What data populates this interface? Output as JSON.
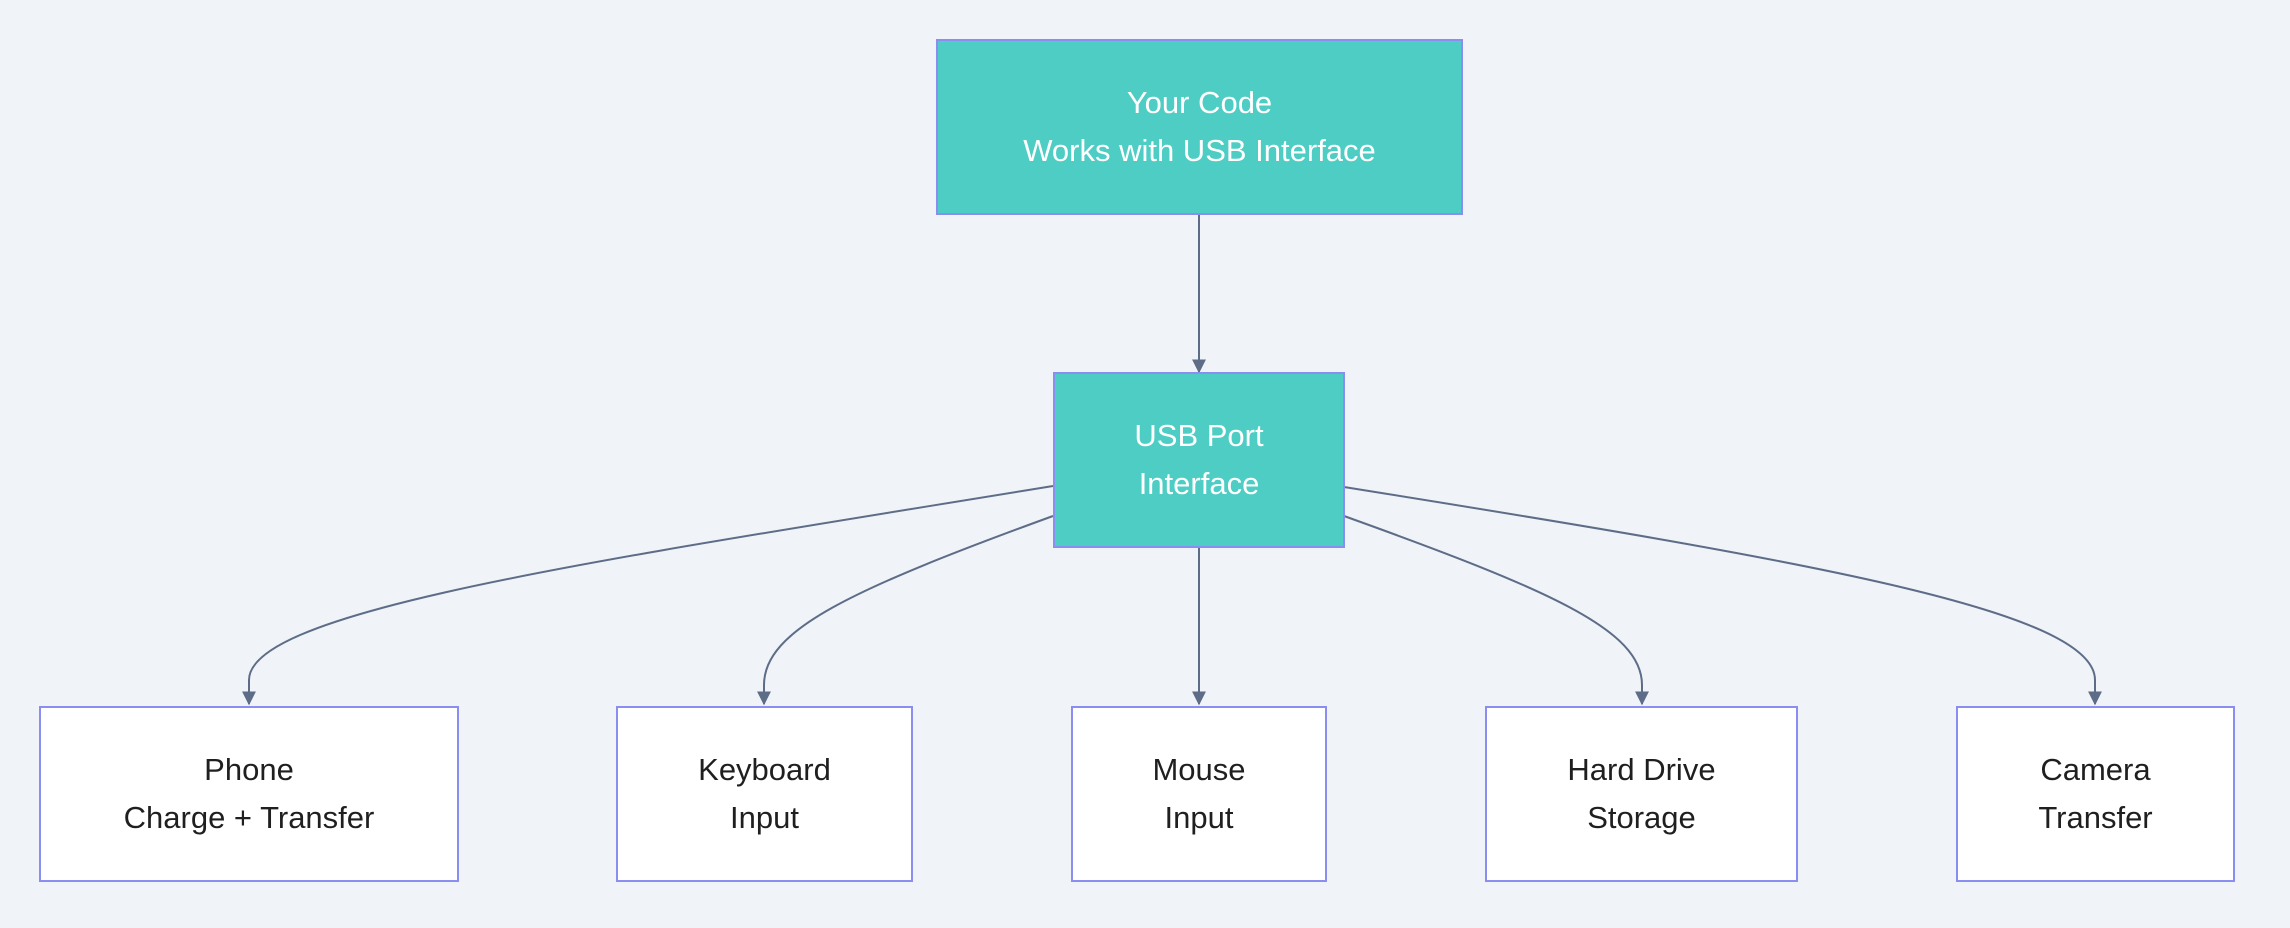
{
  "colors": {
    "background": "#f0f3f8",
    "accent_fill": "#4ecdc4",
    "node_border": "#8a8ef0",
    "edge": "#5d6d87"
  },
  "nodes": {
    "code": {
      "line1": "Your Code",
      "line2": "Works with USB Interface"
    },
    "usb": {
      "line1": "USB Port",
      "line2": "Interface"
    },
    "phone": {
      "line1": "Phone",
      "line2": "Charge + Transfer"
    },
    "keyboard": {
      "line1": "Keyboard",
      "line2": "Input"
    },
    "mouse": {
      "line1": "Mouse",
      "line2": "Input"
    },
    "harddrive": {
      "line1": "Hard Drive",
      "line2": "Storage"
    },
    "camera": {
      "line1": "Camera",
      "line2": "Transfer"
    }
  },
  "edges": [
    {
      "from": "code",
      "to": "usb"
    },
    {
      "from": "usb",
      "to": "phone"
    },
    {
      "from": "usb",
      "to": "keyboard"
    },
    {
      "from": "usb",
      "to": "mouse"
    },
    {
      "from": "usb",
      "to": "harddrive"
    },
    {
      "from": "usb",
      "to": "camera"
    }
  ]
}
